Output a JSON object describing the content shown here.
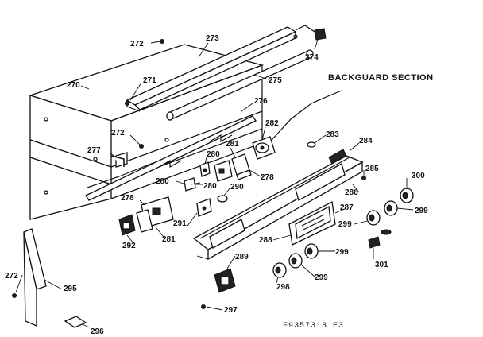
{
  "title": "BACKGUARD SECTION",
  "drawing_code": "F9357313 E3",
  "labels": [
    {
      "id": "l272a",
      "text": "272"
    },
    {
      "id": "l273",
      "text": "273"
    },
    {
      "id": "l274",
      "text": "274"
    },
    {
      "id": "l270",
      "text": "270"
    },
    {
      "id": "l271",
      "text": "271"
    },
    {
      "id": "l275",
      "text": "275"
    },
    {
      "id": "l276",
      "text": "276"
    },
    {
      "id": "l272b",
      "text": "272"
    },
    {
      "id": "l282",
      "text": "282"
    },
    {
      "id": "l283",
      "text": "283"
    },
    {
      "id": "l284",
      "text": "284"
    },
    {
      "id": "l277",
      "text": "277"
    },
    {
      "id": "l280a",
      "text": "280"
    },
    {
      "id": "l281a",
      "text": "281"
    },
    {
      "id": "l278a",
      "text": "278"
    },
    {
      "id": "l285",
      "text": "285"
    },
    {
      "id": "l300",
      "text": "300"
    },
    {
      "id": "l280b",
      "text": "280"
    },
    {
      "id": "l280c",
      "text": "280"
    },
    {
      "id": "l290",
      "text": "290"
    },
    {
      "id": "l286",
      "text": "286"
    },
    {
      "id": "l278b",
      "text": "278"
    },
    {
      "id": "l287",
      "text": "287"
    },
    {
      "id": "l299a",
      "text": "299"
    },
    {
      "id": "l291",
      "text": "291"
    },
    {
      "id": "l299b",
      "text": "299"
    },
    {
      "id": "l281b",
      "text": "281"
    },
    {
      "id": "l292",
      "text": "292"
    },
    {
      "id": "l288",
      "text": "288"
    },
    {
      "id": "l299c",
      "text": "299"
    },
    {
      "id": "l301",
      "text": "301"
    },
    {
      "id": "l289",
      "text": "289"
    },
    {
      "id": "l299d",
      "text": "299"
    },
    {
      "id": "l298",
      "text": "298"
    },
    {
      "id": "l272c",
      "text": "272"
    },
    {
      "id": "l295",
      "text": "295"
    },
    {
      "id": "l297",
      "text": "297"
    },
    {
      "id": "l296",
      "text": "296"
    }
  ]
}
